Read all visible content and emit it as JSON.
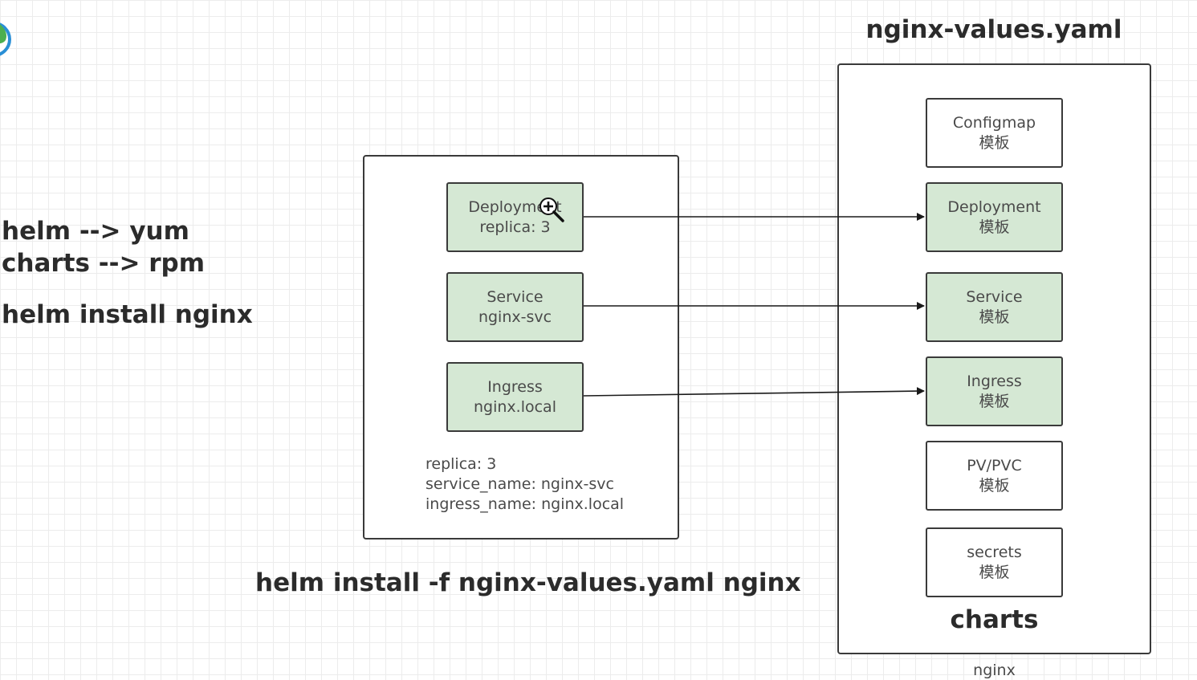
{
  "notes": {
    "line1": "helm --> yum",
    "line2": "charts --> rpm",
    "line3": "helm install nginx",
    "command": "helm install -f nginx-values.yaml nginx"
  },
  "values_file": {
    "title": "nginx-values.yaml",
    "nodes": [
      {
        "line1": "Deployment",
        "line2": "replica: 3"
      },
      {
        "line1": "Service",
        "line2": "nginx-svc"
      },
      {
        "line1": "Ingress",
        "line2": "nginx.local"
      }
    ],
    "values": {
      "replica": "replica: 3",
      "service_name": "service_name: nginx-svc",
      "ingress_name": "ingress_name: nginx.local"
    }
  },
  "chart": {
    "label": "charts",
    "caption": "nginx",
    "templates": [
      {
        "line1": "Configmap",
        "line2": "模板",
        "highlighted": false
      },
      {
        "line1": "Deployment",
        "line2": "模板",
        "highlighted": true
      },
      {
        "line1": "Service",
        "line2": "模板",
        "highlighted": true
      },
      {
        "line1": "Ingress",
        "line2": "模板",
        "highlighted": true
      },
      {
        "line1": "PV/PVC",
        "line2": "模板",
        "highlighted": false
      },
      {
        "line1": "secrets",
        "line2": "模板",
        "highlighted": false
      }
    ]
  },
  "colors": {
    "highlight_fill": "#d5e8d4",
    "stroke": "#3a3a3a"
  },
  "icons": {
    "cursor": "zoom-in-cursor-icon"
  }
}
